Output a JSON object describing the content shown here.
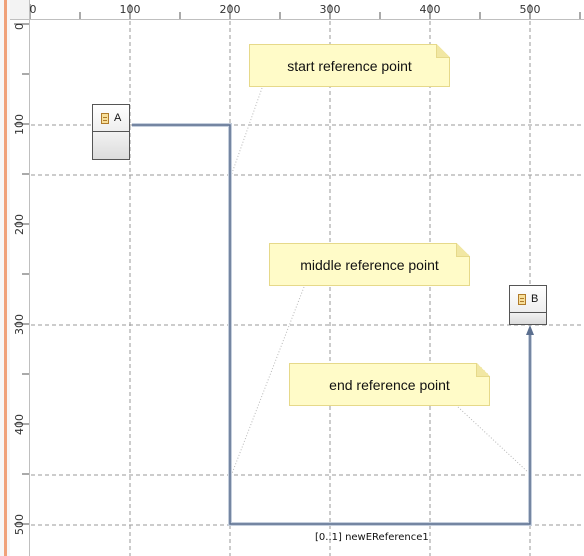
{
  "ruler": {
    "horizontal": [
      "0",
      "100",
      "200",
      "300",
      "400",
      "500"
    ],
    "vertical": [
      "0",
      "100",
      "200",
      "300",
      "400",
      "500"
    ]
  },
  "nodes": {
    "a": {
      "label": "A"
    },
    "b": {
      "label": "B"
    }
  },
  "notes": {
    "start": "start reference point",
    "middle": "middle reference point",
    "end": "end reference point"
  },
  "edge": {
    "label": "[0..1] newEReference1"
  },
  "colors": {
    "connection": "#5b6f8f",
    "note_fill": "#fffbc8",
    "grid": "#9a9a9a",
    "ruler_accent": "#f0a27a"
  }
}
